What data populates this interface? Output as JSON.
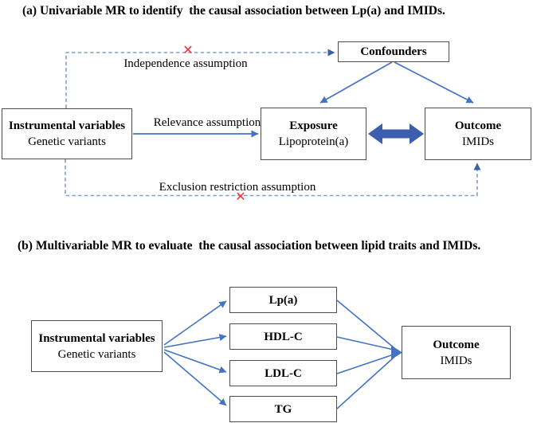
{
  "panel_a": {
    "title": "(a) Univariable MR to identify  the causal association between Lp(a) and IMIDs.",
    "boxes": {
      "instrumental_variables": {
        "line1": "Instrumental variables",
        "line2": "Genetic variants"
      },
      "confounders": {
        "label": "Confounders"
      },
      "exposure": {
        "line1": "Exposure",
        "line2": "Lipoprotein(a)"
      },
      "outcome": {
        "line1": "Outcome",
        "line2": "IMIDs"
      }
    },
    "labels": {
      "independence": "Independence assumption",
      "relevance": "Relevance assumption",
      "exclusion": "Exclusion restriction assumption"
    }
  },
  "panel_b": {
    "title": "(b) Multivariable MR to evaluate  the causal association between lipid traits and IMIDs.",
    "boxes": {
      "instrumental_variables": {
        "line1": "Instrumental variables",
        "line2": "Genetic variants"
      },
      "exposures": [
        "Lp(a)",
        "HDL-C",
        "LDL-C",
        "TG"
      ],
      "outcome": {
        "line1": "Outcome",
        "line2": "IMIDs"
      }
    }
  },
  "icons": {
    "invalid_cross": "✕"
  },
  "colors": {
    "solid_arrow": "#4472C4",
    "dashed_line": "#7D9ED9",
    "dashed_arrowhead": "#3A62AD",
    "thick_double_arrow": "#3B5FAC",
    "cross_red": "#F23030",
    "box_border": "#4D4D4D"
  }
}
